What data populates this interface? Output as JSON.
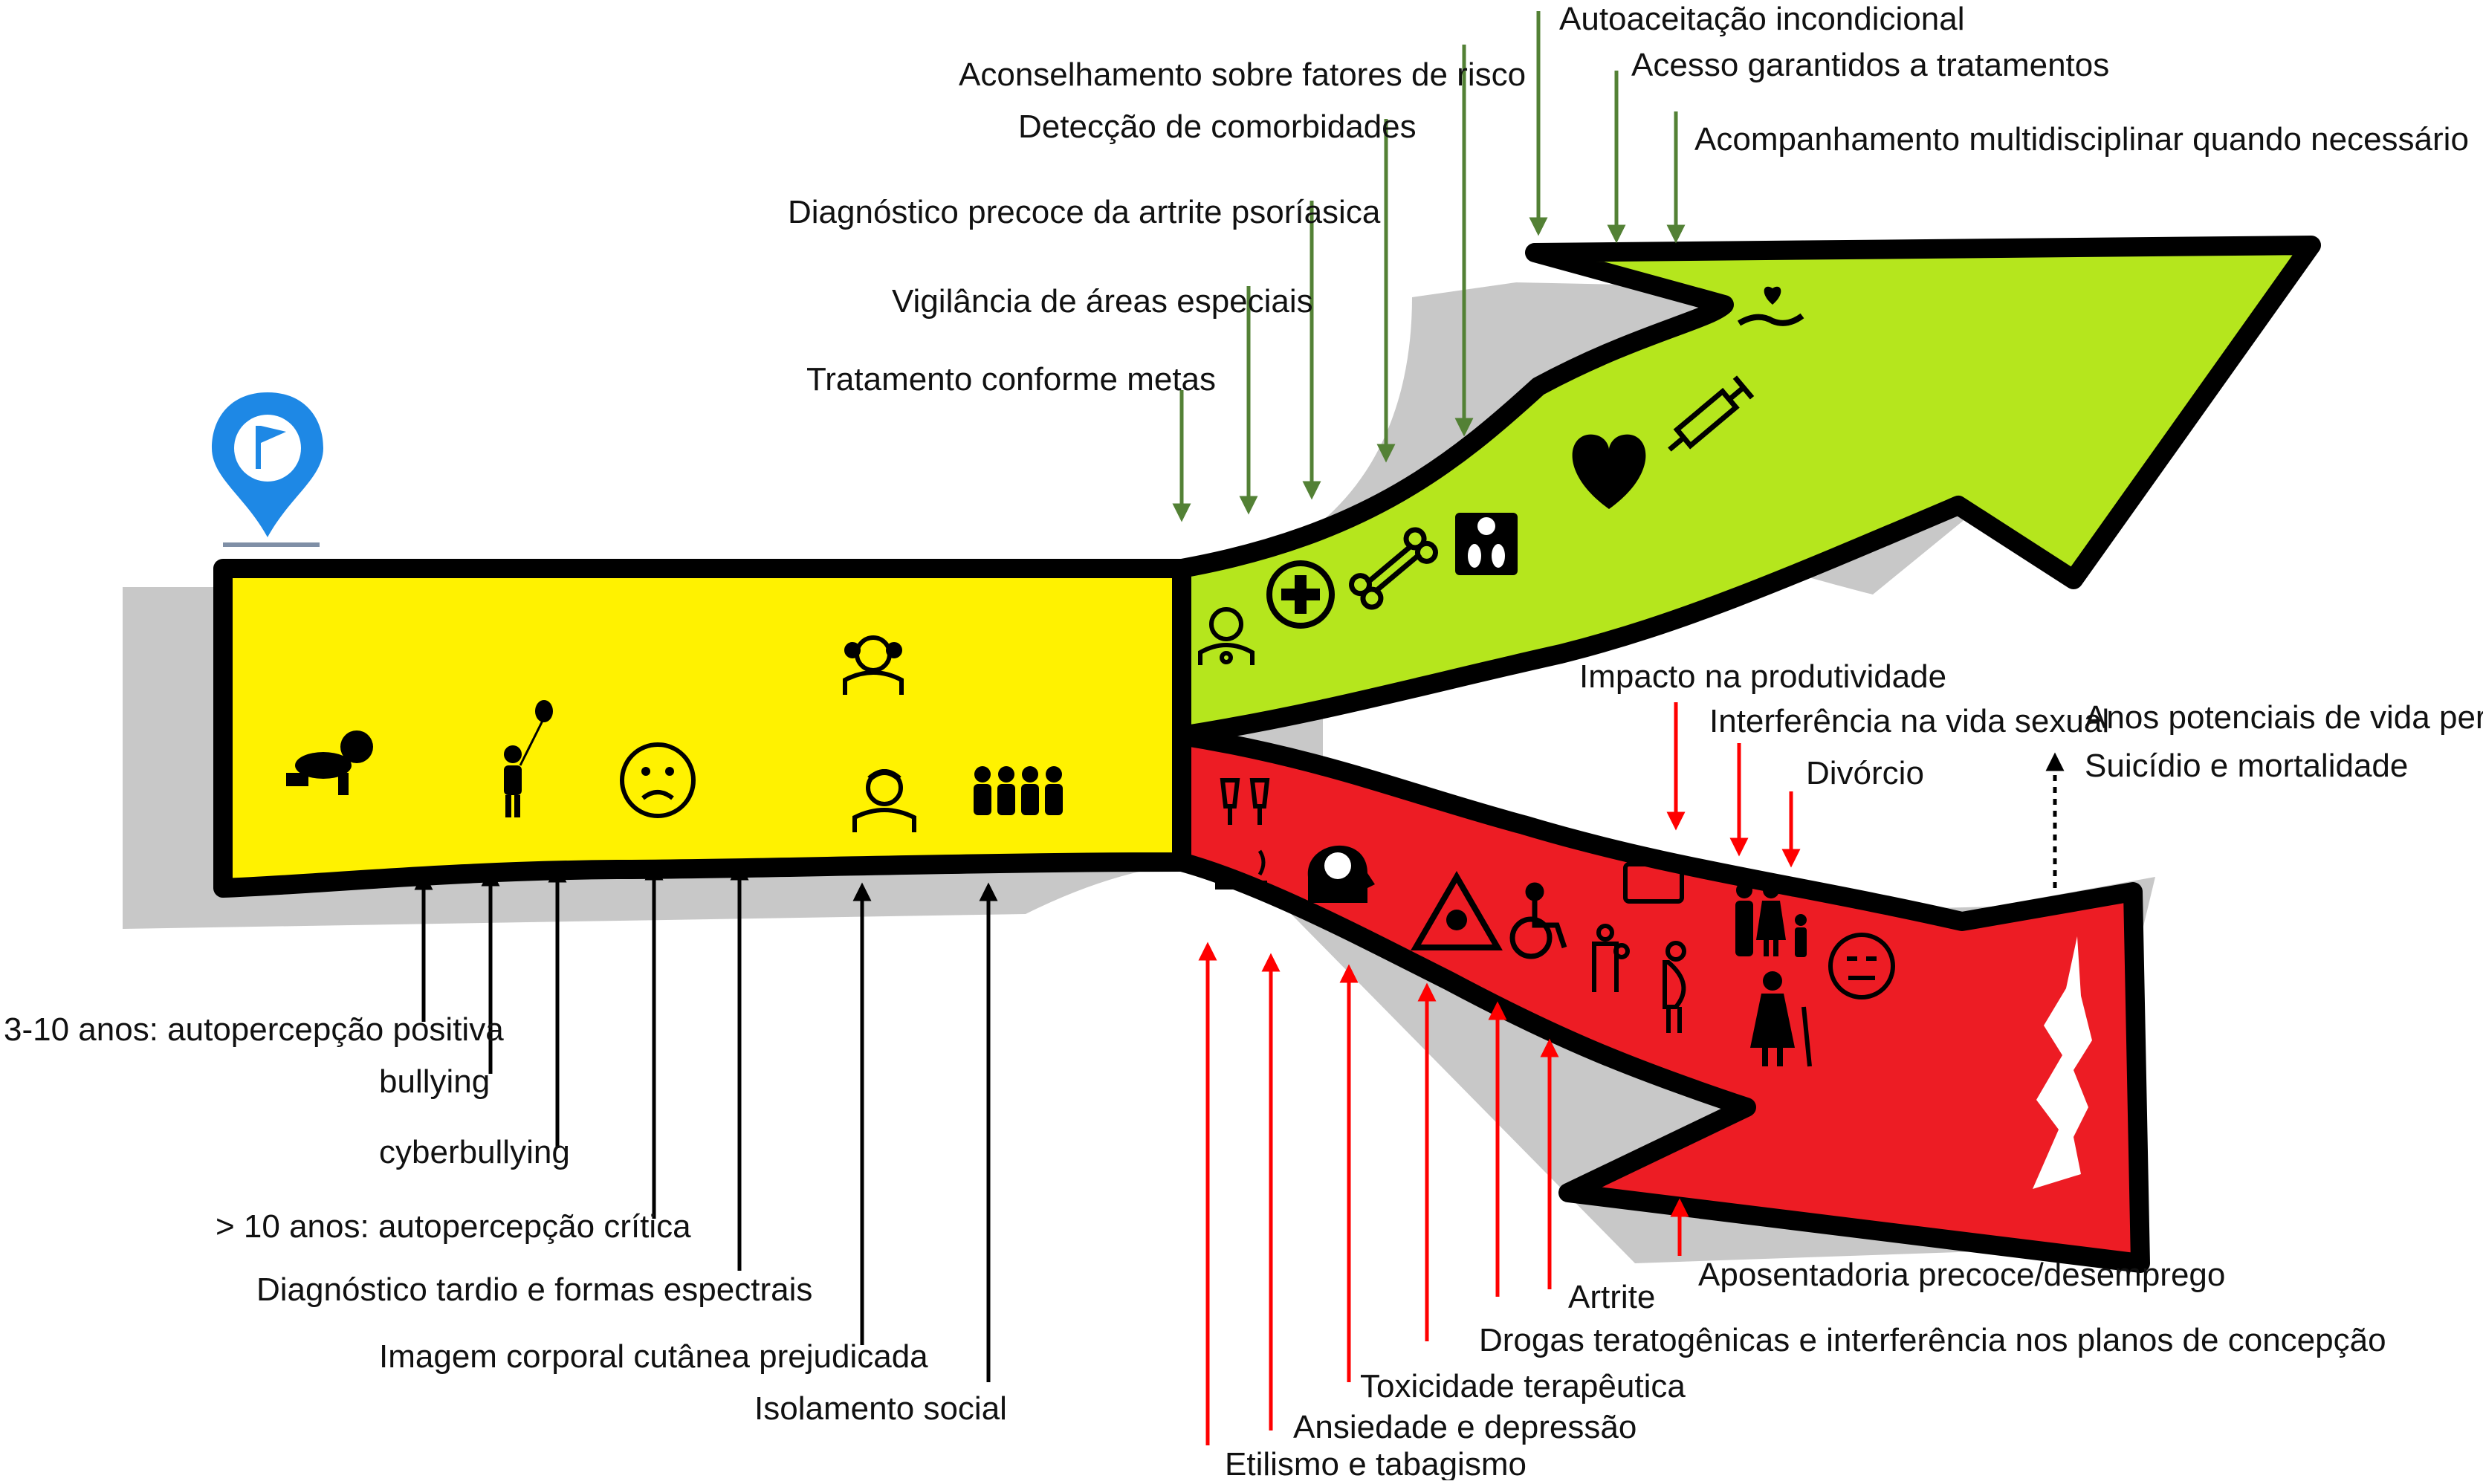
{
  "colors": {
    "yellow": "#fff200",
    "green": "#b5e61d",
    "red": "#ed1c24",
    "outline": "#000000",
    "shadow": "#c8c8c8",
    "green_arrow": "#538135",
    "red_arrow": "#ff0000",
    "pin": "#1e88e5"
  },
  "icons": {
    "pin": "location-flag-icon",
    "crawling_baby": "crawling-baby-icon",
    "child_balloon": "child-with-balloon-icon",
    "sad_face": "sad-face-icon",
    "girl": "girl-icon",
    "boy": "boy-icon",
    "group": "group-of-people-icon",
    "doctor": "doctor-icon",
    "medical_cross": "medical-cross-icon",
    "bone": "bone-icon",
    "scale": "scale-icon",
    "heart": "heart-icon",
    "syringe": "syringe-icon",
    "care_hand": "hand-heart-icon",
    "toast": "toasting-glasses-icon",
    "smoking": "smoking-icon",
    "head_brain": "head-brain-icon",
    "toxic": "toxic-warning-icon",
    "wheelchair": "wheelchair-icon",
    "mother_child": "mother-child-icon",
    "pregnant": "pregnant-woman-icon",
    "briefcase": "briefcase-icon",
    "family": "family-icon",
    "elderly": "elderly-woman-icon",
    "neutral_face": "neutral-face-icon"
  },
  "childhood_factors": [
    "3-10 anos: autopercepção positiva",
    "bullying",
    "cyberbullying",
    "> 10 anos: autopercepção crítica",
    "Diagnóstico tardio e formas espectrais",
    "Imagem corporal cutânea prejudicada",
    "Isolamento social"
  ],
  "positive_interventions": [
    "Autoaceitação incondicional",
    "Acesso garantidos a tratamentos",
    "Aconselhamento sobre fatores de risco",
    "Acompanhamento multidisciplinar quando necessário",
    "Detecção de comorbidades",
    "Diagnóstico precoce da artrite psoríasica",
    "Vigilância de áreas especiais",
    "Tratamento conforme metas"
  ],
  "negative_outcomes_top": [
    "Impacto na produtividade",
    "Interferência na vida sexual",
    "Divórcio",
    "Anos potenciais de vida perdidos",
    "Suicídio e mortalidade"
  ],
  "negative_outcomes_bottom": [
    "Aposentadoria precoce/desemprego",
    "Artrite",
    "Drogas teratogênicas e  interferência nos planos de concepção",
    "Toxicidade terapêutica",
    "Ansiedade e depressão",
    "Etilismo e tabagismo"
  ]
}
